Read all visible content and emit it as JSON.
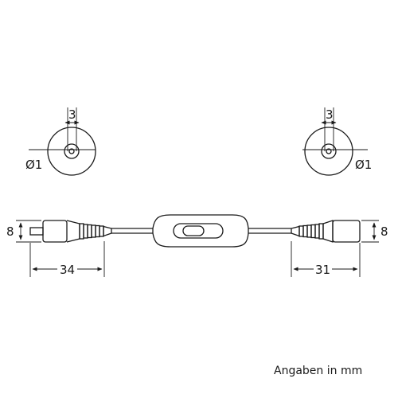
{
  "plug_front_view": {
    "pin_width_label": "3",
    "pin_diameter_label": "Ø1"
  },
  "socket_front_view": {
    "pin_width_label": "3",
    "pin_diameter_label": "Ø1"
  },
  "side_view": {
    "plug_height_label": "8",
    "socket_height_label": "8",
    "plug_length_label": "34",
    "socket_length_label": "31"
  },
  "footer": {
    "units_note": "Angaben in mm"
  }
}
